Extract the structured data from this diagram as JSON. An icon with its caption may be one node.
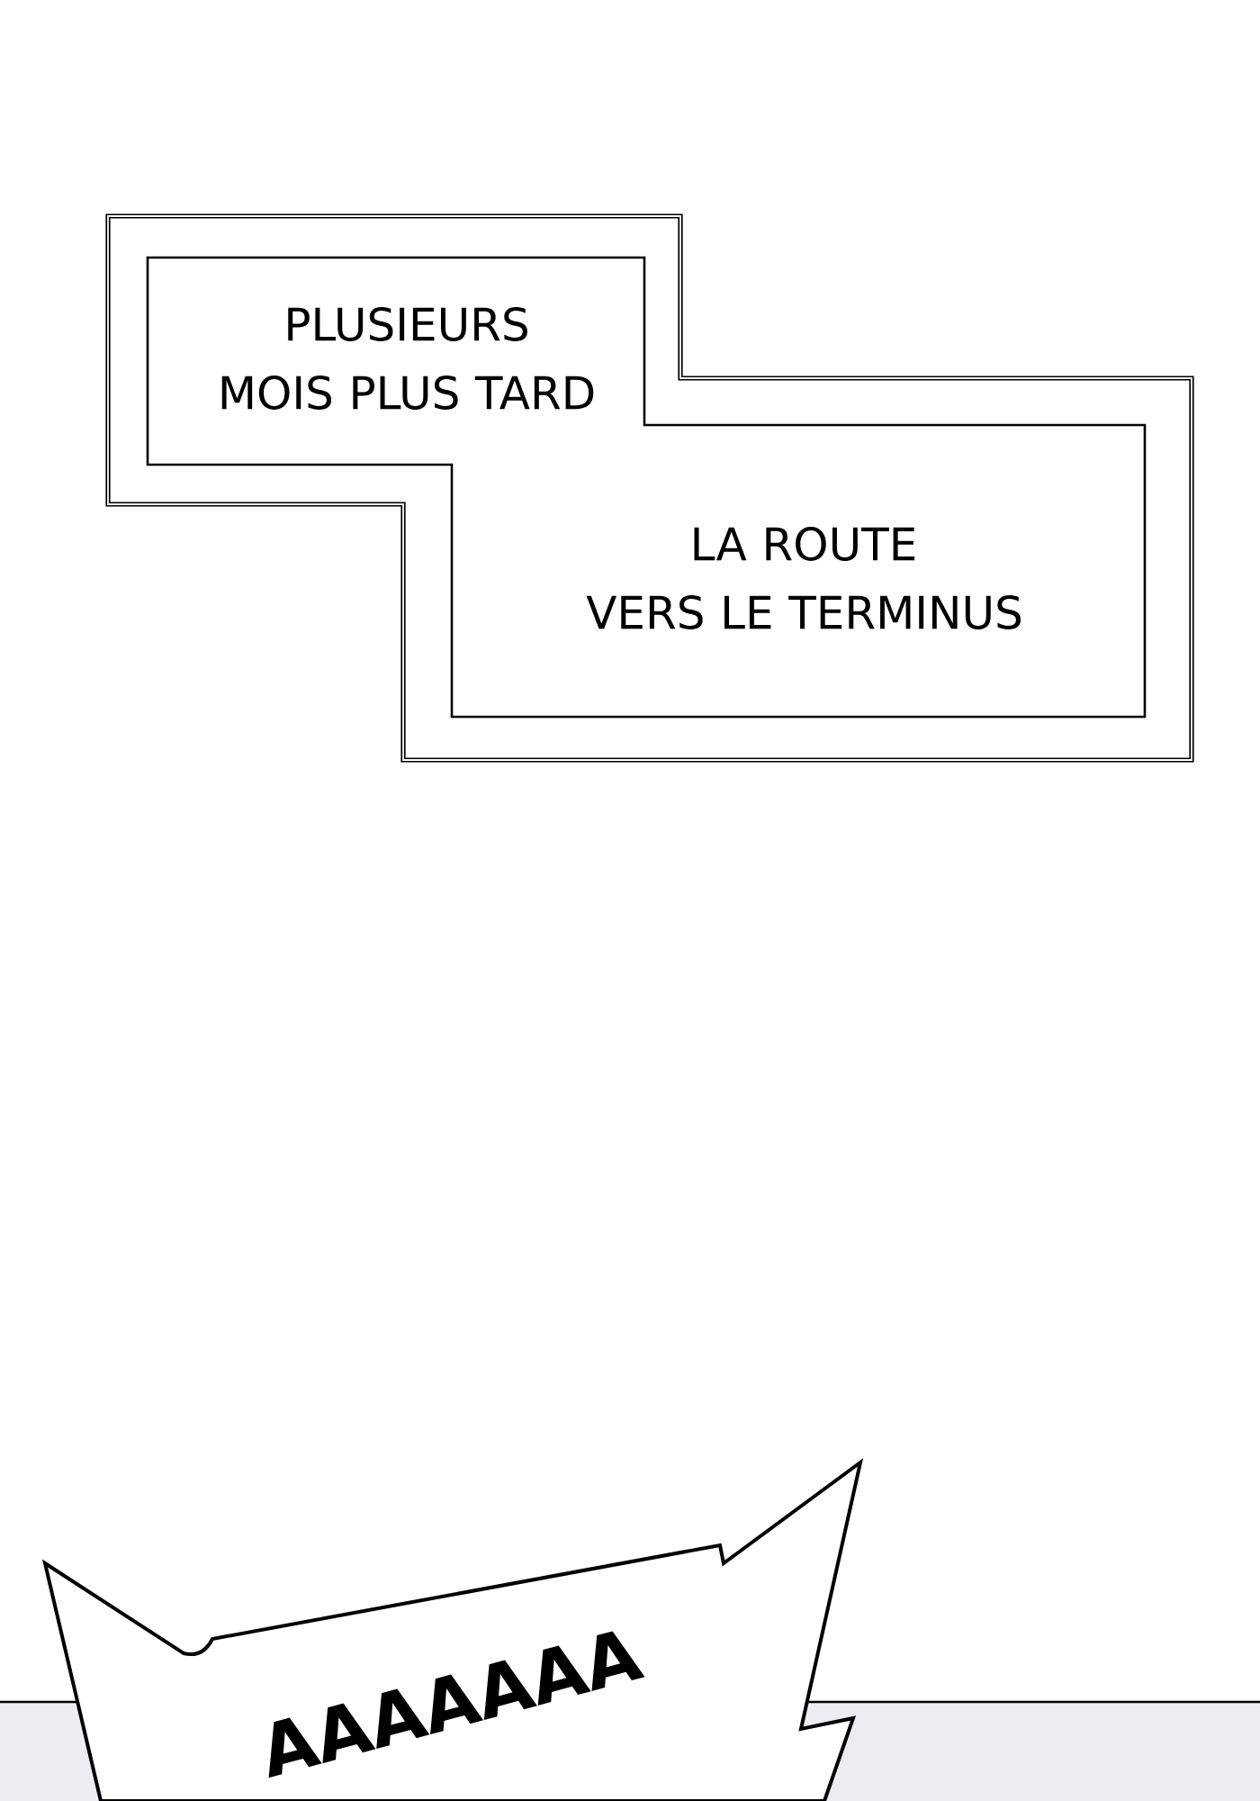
{
  "diagram": {
    "nodes": [
      {
        "text": [
          "PLUSIEURS MOIS PLUS TARD",
          "LA ROUTE VERS LE TERMINUS"
        ]
      },
      {
        "text": [
          "AAAAAAA"
        ]
      }
    ]
  }
}
